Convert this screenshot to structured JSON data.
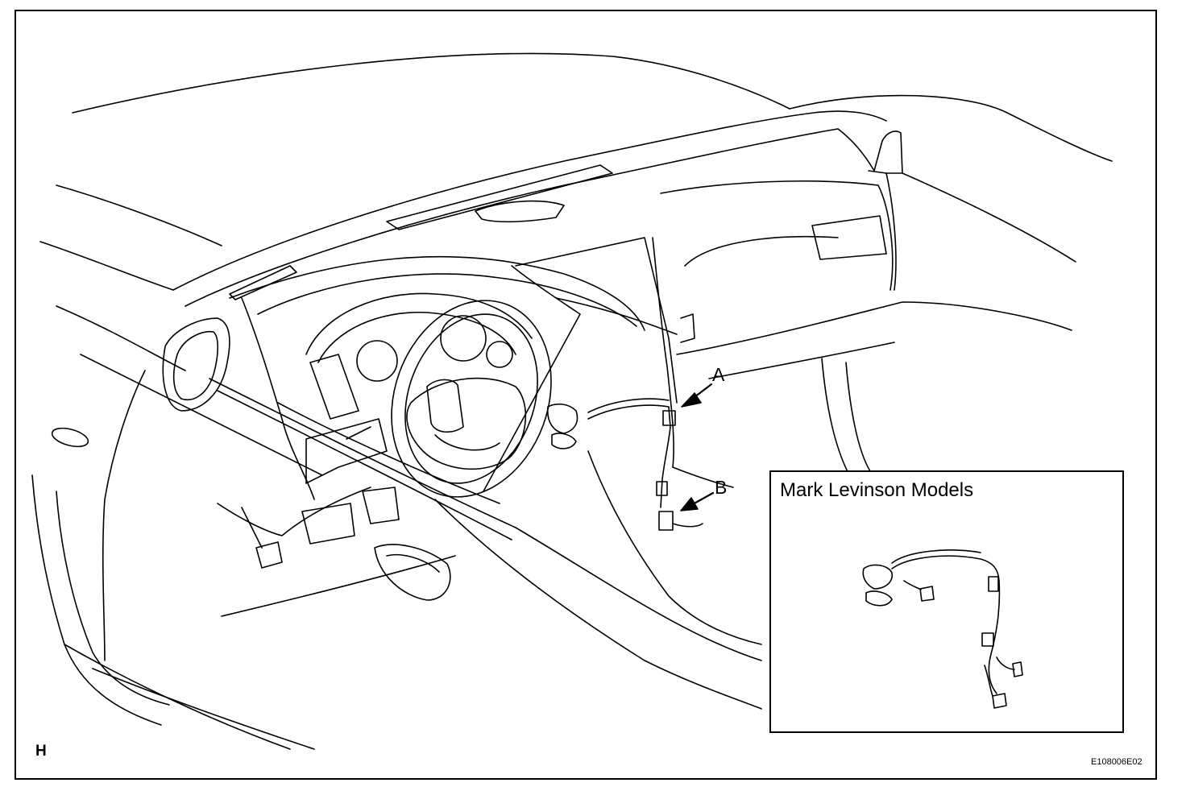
{
  "labels": {
    "a": "A",
    "b": "B"
  },
  "inset": {
    "title": "Mark Levinson Models"
  },
  "view_letter": "H",
  "figure_code": "E108006E02"
}
